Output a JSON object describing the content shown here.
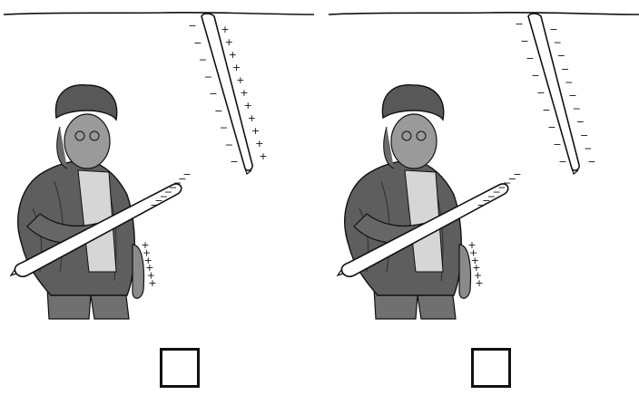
{
  "panels": [
    {
      "id": "left",
      "hanging_rod": {
        "left_side_signs": [
          "−",
          "−",
          "−",
          "−",
          "−",
          "−",
          "−",
          "−",
          "−"
        ],
        "right_side_signs": [
          "+",
          "+",
          "+",
          "+",
          "+",
          "+",
          "+",
          "+",
          "+",
          "+",
          "+"
        ]
      },
      "held_rod_signs": [
        "−",
        "−",
        "−",
        "−",
        "−",
        "−",
        "−",
        "−"
      ],
      "hand_signs": [
        "+",
        "+",
        "+",
        "+",
        "+",
        "+"
      ],
      "answer_box": {
        "checked": false,
        "interactive": true
      }
    },
    {
      "id": "right",
      "hanging_rod": {
        "left_side_signs": [
          "−",
          "−",
          "−",
          "−",
          "−",
          "−",
          "−",
          "−",
          "−"
        ],
        "right_side_signs": [
          "−",
          "−",
          "−",
          "−",
          "−",
          "−",
          "−",
          "−",
          "−",
          "−",
          "−"
        ]
      },
      "held_rod_signs": [
        "−",
        "−",
        "−",
        "−",
        "−",
        "−",
        "−",
        "−"
      ],
      "hand_signs": [
        "+",
        "+",
        "+",
        "+",
        "+",
        "+"
      ],
      "answer_box": {
        "checked": false,
        "interactive": true
      }
    }
  ],
  "colors": {
    "line": "#111111",
    "coat_dark": "#4a4a4a",
    "coat_mid": "#6e6e6e",
    "hat": "#5a5a5a",
    "face": "#9a9a9a",
    "pants": "#707070",
    "shirt": "#d8d8d8"
  },
  "icons": {
    "figure": "scientist-figure",
    "rod": "charged-rod",
    "box": "answer-checkbox"
  }
}
